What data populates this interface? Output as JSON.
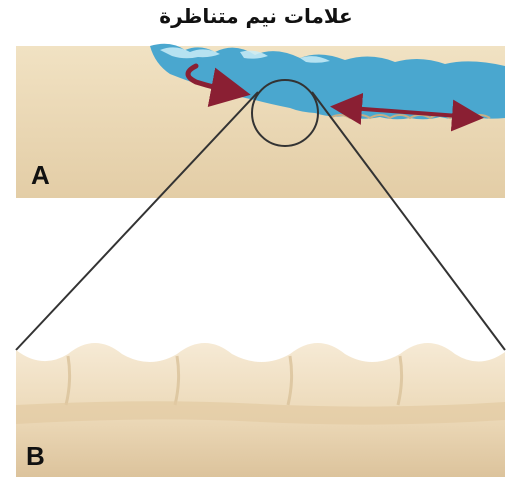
{
  "title": "علامات نيم متناظرة",
  "panels": [
    {
      "label": "A"
    },
    {
      "label": "B"
    }
  ],
  "colors": {
    "sand": "#ecd9b6",
    "sand_dark": "#d9c29a",
    "water": "#4aa7cf",
    "foam": "#c9ecf7",
    "arrow": "#8a1f33",
    "line": "#333333"
  },
  "icons": {
    "arrow_a": "curved-arrow",
    "arrow_b": "double-headed-arrow"
  }
}
